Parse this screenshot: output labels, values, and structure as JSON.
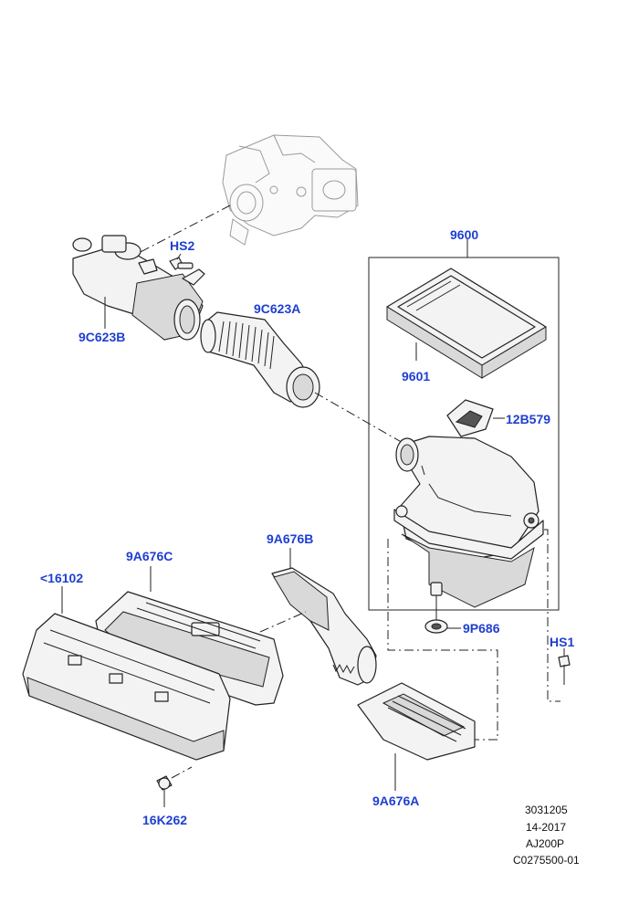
{
  "labels": {
    "hs2": "HS2",
    "p9C623B": "9C623B",
    "p9C623A": "9C623A",
    "p9600": "9600",
    "p9601": "9601",
    "p12B579": "12B579",
    "p9A676B": "9A676B",
    "p9A676C": "9A676C",
    "p16102": "<16102",
    "p9P686": "9P686",
    "hs1": "HS1",
    "p16K262": "16K262",
    "p9A676A": "9A676A"
  },
  "reference": {
    "line1": "3031205",
    "line2": "14-2017",
    "line3": "AJ200P",
    "line4": "C0275500-01"
  }
}
